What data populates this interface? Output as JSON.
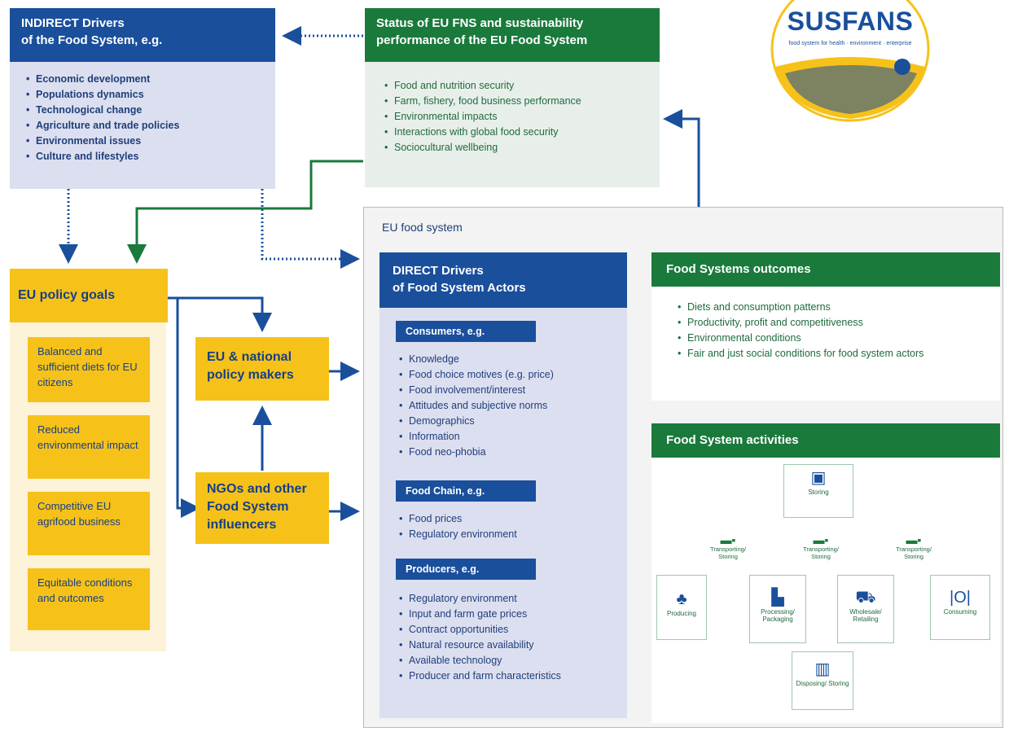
{
  "indirect": {
    "title_line1": "INDIRECT Drivers",
    "title_line2": "of the Food System, e.g.",
    "items": [
      "Economic development",
      "Populations dynamics",
      "Technological change",
      "Agriculture and trade policies",
      "Environmental issues",
      "Culture and lifestyles"
    ]
  },
  "status": {
    "title_line1": "Status of EU FNS and sustainability",
    "title_line2": "performance of the EU Food System",
    "items": [
      "Food and nutrition security",
      "Farm, fishery, food business performance",
      "Environmental impacts",
      "Interactions with global food security",
      "Sociocultural wellbeing"
    ]
  },
  "logo": {
    "text": "SUSFANS",
    "tagline": "food system for health · environment · enterprise"
  },
  "eu_food_system": {
    "label": "EU food system"
  },
  "policy_goals": {
    "title": "EU policy goals",
    "goals": [
      "Balanced and sufficient diets for EU citizens",
      "Reduced environmental impact",
      "Competitive EU agrifood business",
      "Equitable conditions and outcomes"
    ]
  },
  "policy_makers": {
    "label": "EU & national policy makers"
  },
  "ngos": {
    "label": "NGOs and other Food System influencers"
  },
  "direct": {
    "title_line1": "DIRECT Drivers",
    "title_line2": "of Food System Actors",
    "consumers": {
      "title": "Consumers, e.g.",
      "items": [
        "Knowledge",
        "Food choice motives (e.g. price)",
        "Food involvement/interest",
        "Attitudes and subjective norms",
        "Demographics",
        "Information",
        "Food neo-phobia"
      ]
    },
    "food_chain": {
      "title": "Food Chain, e.g.",
      "items": [
        "Food prices",
        "Regulatory environment"
      ]
    },
    "producers": {
      "title": "Producers, e.g.",
      "items": [
        "Regulatory environment",
        "Input and farm gate prices",
        "Contract opportunities",
        "Natural resource availability",
        "Available technology",
        "Producer and farm characteristics"
      ]
    }
  },
  "outcomes": {
    "title": "Food Systems outcomes",
    "items": [
      "Diets and consumption patterns",
      "Productivity, profit and competitiveness",
      "Environmental conditions",
      "Fair and just social conditions for food system actors"
    ]
  },
  "activities": {
    "title": "Food System activities",
    "storing": "Storing",
    "producing": "Producing",
    "processing": "Processing/ Packaging",
    "wholesale": "Wholesale/ Retailing",
    "consuming": "Consuming",
    "disposing": "Disposing/ Storing",
    "transport": "Transporting/ Storing"
  }
}
